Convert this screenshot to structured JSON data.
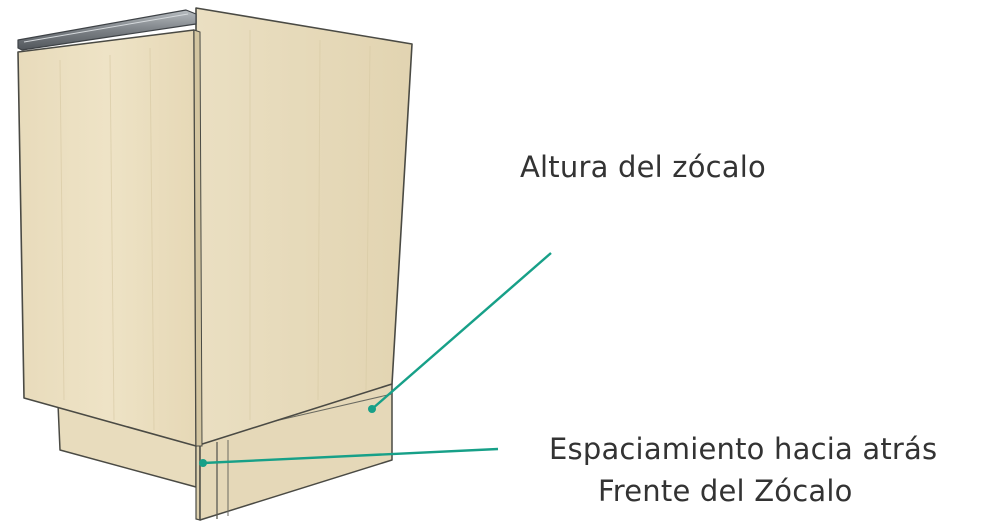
{
  "labels": {
    "plinth_height": "Altura del zócalo",
    "back_spacing": "Espaciamiento hacia atrás",
    "plinth_front": "Frente del Zócalo"
  },
  "colors": {
    "panel_light": "#ede1c2",
    "panel_mid": "#e3d5b2",
    "panel_shadow": "#d6c7a2",
    "edge": "#4a4a44",
    "handle": "#8d9296",
    "callout": "#17a088",
    "text": "#333333"
  }
}
